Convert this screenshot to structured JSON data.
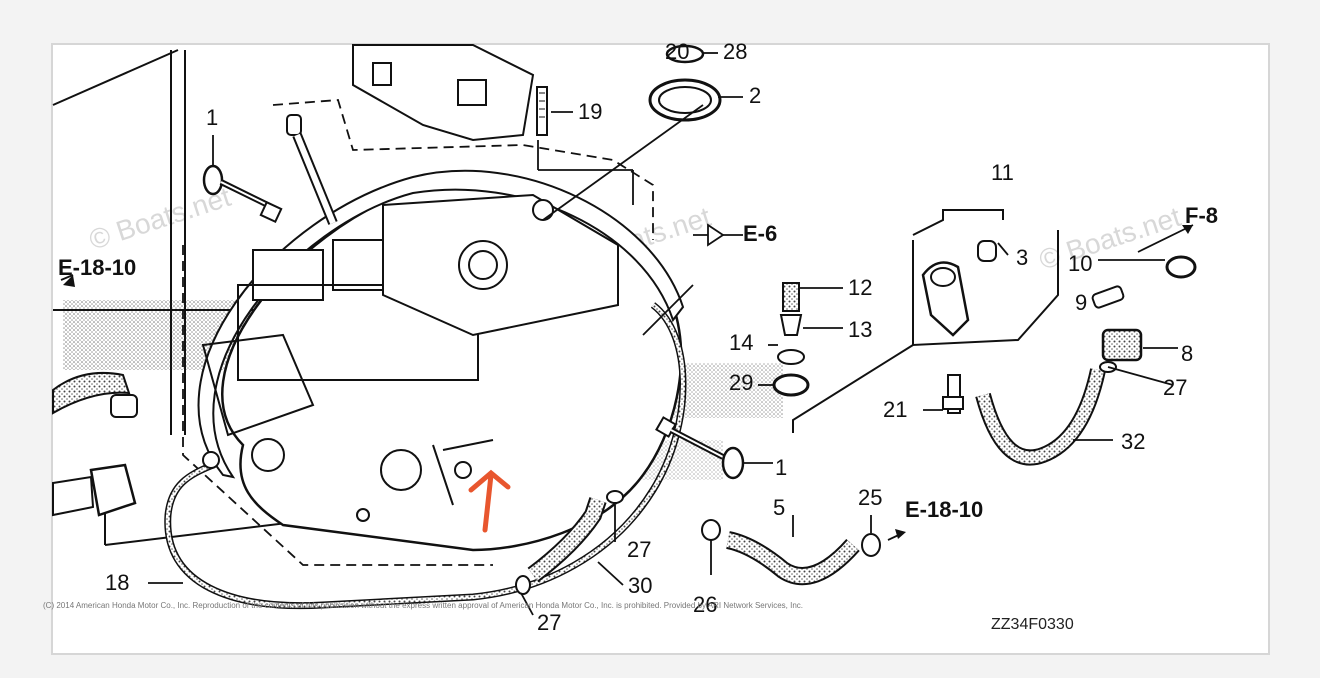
{
  "colors": {
    "stroke": "#111111",
    "annotation": "#e8562e",
    "watermark": "#d8d8d8",
    "frame": "#d6d6d6"
  },
  "callouts": [
    {
      "id": "c1a",
      "label": "1"
    },
    {
      "id": "c1b",
      "label": "1"
    },
    {
      "id": "c2",
      "label": "2"
    },
    {
      "id": "c3",
      "label": "3"
    },
    {
      "id": "c5",
      "label": "5"
    },
    {
      "id": "c8",
      "label": "8"
    },
    {
      "id": "c9",
      "label": "9"
    },
    {
      "id": "c10",
      "label": "10"
    },
    {
      "id": "c11",
      "label": "11"
    },
    {
      "id": "c12",
      "label": "12"
    },
    {
      "id": "c13",
      "label": "13"
    },
    {
      "id": "c14",
      "label": "14"
    },
    {
      "id": "c18",
      "label": "18"
    },
    {
      "id": "c19",
      "label": "19"
    },
    {
      "id": "c20",
      "label": "20"
    },
    {
      "id": "c21",
      "label": "21"
    },
    {
      "id": "c25",
      "label": "25"
    },
    {
      "id": "c26",
      "label": "26"
    },
    {
      "id": "c27a",
      "label": "27"
    },
    {
      "id": "c27b",
      "label": "27"
    },
    {
      "id": "c27c",
      "label": "27"
    },
    {
      "id": "c28",
      "label": "28"
    },
    {
      "id": "c29",
      "label": "29"
    },
    {
      "id": "c30",
      "label": "30"
    },
    {
      "id": "c32",
      "label": "32"
    }
  ],
  "references": {
    "e18_left": "E-18-10",
    "e18_right": "E-18-10",
    "e6": "E-6",
    "f8": "F-8"
  },
  "watermark": "© Boats.net",
  "diagram_code": "ZZ34F0330",
  "copyright": "(C) 2014 American Honda Motor Co., Inc. Reproduction of the contents of this publication without the express written approval of American Honda Motor Co., Inc. is prohibited. Provided by ARI Network Services, Inc."
}
